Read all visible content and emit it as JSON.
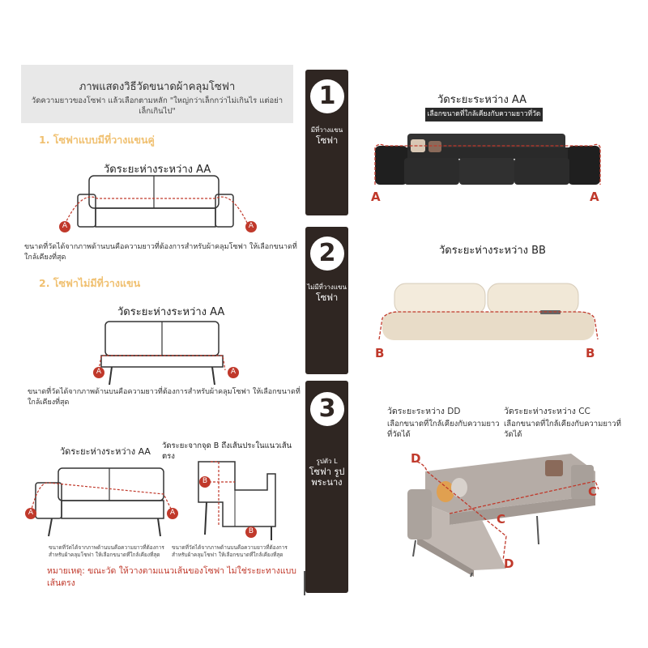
{
  "header": {
    "title": "ภาพแสดงวิธีวัดขนาดผ้าคลุมโซฟา",
    "subtitle": "วัดความยาวของโซฟา แล้วเลือกตามหลัก \"ใหญ่กว่าเล็กกว่าไม่เกินไร แต่อย่าเล็กเกินไป\""
  },
  "left": {
    "section1_title": "1. โซฟาแบบมีที่วางแขนคู่",
    "section1_measure": "วัดระยะห่างระหว่าง AA",
    "section1_note": "ขนาดที่วัดได้จากภาพด้านบนคือความยาวที่ต้องการสำหรับผ้าคลุมโซฟา ให้เลือกขนาดที่ใกล้เคียงที่สุด",
    "section2_title": "2. โซฟาไม่มีที่วางแขน",
    "section2_measure": "วัดระยะห่างระหว่าง AA",
    "section2_note": "ขนาดที่วัดได้จากภาพด้านบนคือความยาวที่ต้องการสำหรับผ้าคลุมโซฟา ให้เลือกขนาดที่ใกล้เคียงที่สุด",
    "section3_measure_left": "วัดระยะห่างระหว่าง AA",
    "section3_measure_right": "วัดระยะจากจุด B ถึงเส้นประในแนวเส้นตรง",
    "section3_note_left": "ขนาดที่วัดได้จากภาพด้านบนคือความยาวที่ต้องการสำหรับผ้าคลุมโซฟา ให้เลือกขนาดที่ใกล้เคียงที่สุด",
    "section3_note_right": "ขนาดที่วัดได้จากภาพด้านบนคือความยาวที่ต้องการสำหรับผ้าคลุมโซฟา ให้เลือกขนาดที่ใกล้เคียงที่สุด",
    "warning": "หมายเหตุ: ขณะวัด ให้วางตามแนวเส้นของโซฟา ไม่ใช่ระยะทางแบบเส้นตรง"
  },
  "steps": [
    {
      "number": "1",
      "label_small": "มีที่วางแขน",
      "label_big": "โซฟา"
    },
    {
      "number": "2",
      "label_small": "ไม่มีที่วางแขน",
      "label_big": "โซฟา"
    },
    {
      "number": "3",
      "label_small": "รูปตัว L",
      "label_big": "โซฟา รูปพระนาง"
    }
  ],
  "right": {
    "step1_measure": "วัดระยะระหว่าง AA",
    "step1_banner": "เลือกขนาดที่ใกล้เคียงกับความยาวที่วัดได้",
    "step2_measure": "วัดระยะห่างระหว่าง BB",
    "step3_dd_title": "วัดระยะระหว่าง DD",
    "step3_dd_note": "เลือกขนาดที่ใกล้เคียงกับความยาวที่วัดได้",
    "step3_cc_title": "วัดระยะห่างระหว่าง CC",
    "step3_cc_note": "เลือกขนาดที่ใกล้เคียงกับความยาวที่วัดได้"
  },
  "markers": {
    "a": "A",
    "b": "B",
    "c": "C",
    "d": "D"
  },
  "colors": {
    "accent_red": "#c0392b",
    "panel_dark": "#2f2622",
    "heading_gold": "#f0c070"
  }
}
